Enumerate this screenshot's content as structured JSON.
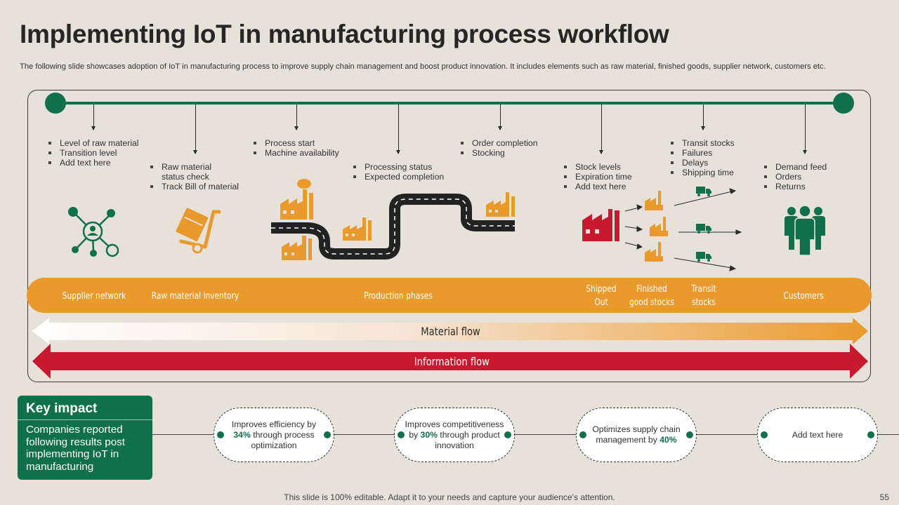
{
  "title": "Implementing IoT in manufacturing process workflow",
  "subtitle": "The following slide showcases adoption of IoT in manufacturing process to improve supply chain management and boost product innovation. It includes elements such as raw material, finished goods, supplier network, customers etc.",
  "stages": [
    {
      "label": "Supplier network",
      "bullets": [
        "Level of raw material",
        "Transition level",
        "Add text here"
      ]
    },
    {
      "label": "Raw material inventory",
      "bullets": [
        "Raw material status check",
        "Track Bill of material"
      ]
    },
    {
      "label": "",
      "bullets": [
        "Process start",
        "Machine availability"
      ]
    },
    {
      "label": "Production phases",
      "bullets": [
        "Processing status",
        "Expected completion"
      ]
    },
    {
      "label": "",
      "bullets": [
        "Order completion",
        "Stocking"
      ]
    },
    {
      "label": "Shipped Out",
      "bullets": [
        "Stock levels",
        "Expiration time",
        "Add text here"
      ]
    },
    {
      "label": "Finished good stocks",
      "bullets": []
    },
    {
      "label": "Transit stocks",
      "bullets": [
        "Transit stocks",
        "Failures",
        "Delays",
        "Shipping time"
      ]
    },
    {
      "label": "Customers",
      "bullets": [
        "Demand feed",
        "Orders",
        "Returns"
      ]
    }
  ],
  "banner": {
    "supplier": "Supplier network",
    "raw": "Raw material inventory",
    "production": "Production phases",
    "shipped_1": "Shipped",
    "shipped_2": "Out",
    "finished_1": "Finished",
    "finished_2": "good stocks",
    "transit_1": "Transit",
    "transit_2": "stocks",
    "customers": "Customers"
  },
  "flows": {
    "material": "Material flow",
    "information": "Information flow"
  },
  "key_impact": {
    "title": "Key impact",
    "body": "Companies reported following results post implementing IoT in manufacturing"
  },
  "impacts": [
    {
      "pre": "Improves efficiency by",
      "pct": "34%",
      "post": "through process optimization"
    },
    {
      "pre": "Improves competitiveness by",
      "pct": "30%",
      "post": "through product innovation"
    },
    {
      "pre": "Optimizes supply chain management by",
      "pct": "40%",
      "post": ""
    },
    {
      "pre": "Add text here",
      "pct": "",
      "post": ""
    }
  ],
  "footer": "This slide is 100% editable. Adapt it to your needs and capture your audience’s attention.",
  "page_number": "55",
  "colors": {
    "green": "#11704c",
    "orange": "#ea9a2c",
    "red": "#c8192e",
    "background": "#e6e1d9"
  },
  "icons": [
    "network-icon",
    "hand-truck-icon",
    "factory-icon",
    "road-icon",
    "truck-icon",
    "customers-icon"
  ]
}
